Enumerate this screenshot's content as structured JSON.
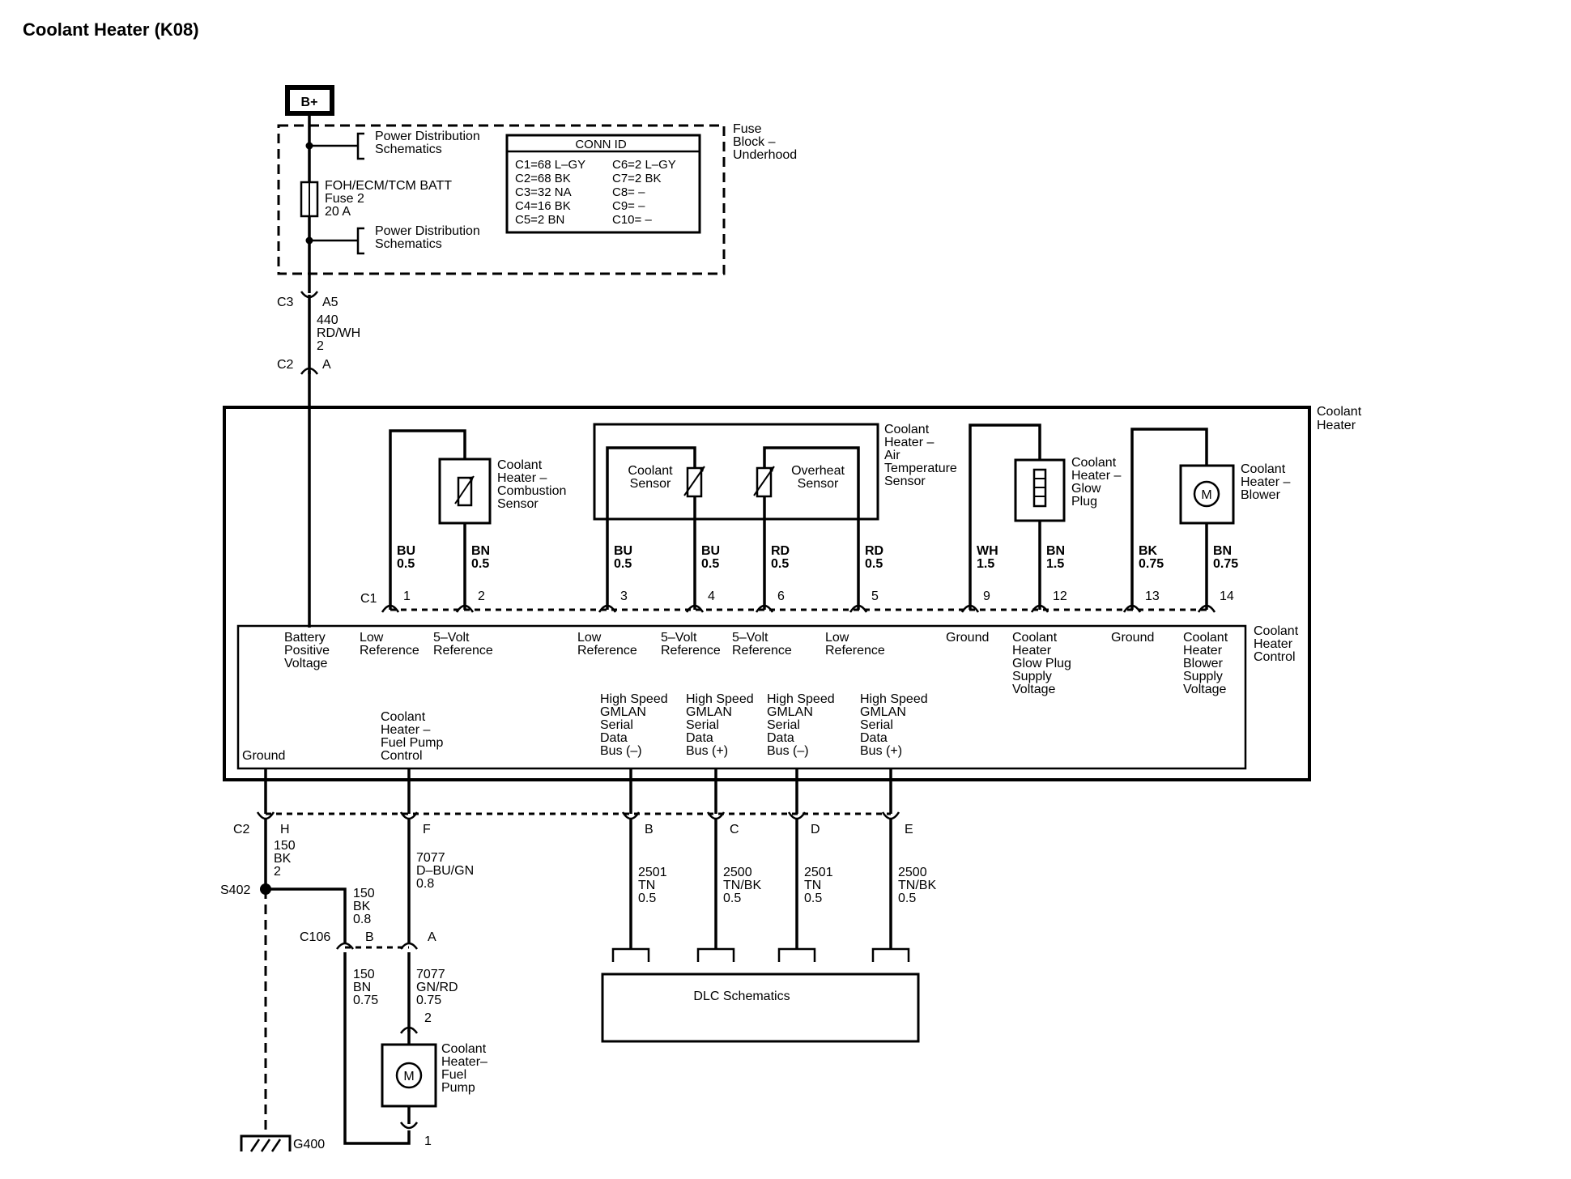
{
  "title": "Coolant Heater (K08)",
  "battery": "B+",
  "fuse_block": {
    "label": [
      "Fuse",
      "Block –",
      "Underhood"
    ],
    "power_dist_top": [
      "Power Distribution",
      "Schematics"
    ],
    "power_dist_bottom": [
      "Power Distribution",
      "Schematics"
    ],
    "fuse_name": [
      "FOH/ECM/TCM BATT",
      "Fuse 2",
      "20 A"
    ],
    "conn_id": {
      "header": "CONN ID",
      "left": [
        "C1=68 L–GY",
        "C2=68 BK",
        "C3=32 NA",
        "C4=16 BK",
        "C5=2 BN"
      ],
      "right": [
        "C6=2 L–GY",
        "C7=2 BK",
        "C8= –",
        "C9= –",
        "C10= –"
      ]
    }
  },
  "feed": {
    "c3": "C3",
    "c3_pin": "A5",
    "wire": [
      "440",
      "RD/WH",
      "2"
    ],
    "c2": "C2",
    "c2_pin": "A"
  },
  "heater": {
    "label": [
      "Coolant",
      "Heater"
    ],
    "control_label": [
      "Coolant",
      "Heater",
      "Control"
    ],
    "combustion_sensor": [
      "Coolant",
      "Heater –",
      "Combustion",
      "Sensor"
    ],
    "air_temp_sensor": [
      "Coolant",
      "Heater –",
      "Air",
      "Temperature",
      "Sensor"
    ],
    "coolant_sensor": [
      "Coolant",
      "Sensor"
    ],
    "overheat_sensor": [
      "Overheat",
      "Sensor"
    ],
    "glow_plug": [
      "Coolant",
      "Heater –",
      "Glow",
      "Plug"
    ],
    "blower": [
      "Coolant",
      "Heater –",
      "Blower"
    ],
    "motor_symbol": "M",
    "c1": "C1",
    "pins": [
      {
        "wire": [
          "BU",
          "0.5"
        ],
        "pin": "1",
        "func": [
          "Low",
          "Reference"
        ]
      },
      {
        "wire": [
          "BN",
          "0.5"
        ],
        "pin": "2",
        "func": [
          "5–Volt",
          "Reference"
        ]
      },
      {
        "wire": [
          "BU",
          "0.5"
        ],
        "pin": "3",
        "func": [
          "Low",
          "Reference"
        ]
      },
      {
        "wire": [
          "BU",
          "0.5"
        ],
        "pin": "4",
        "func": [
          "5–Volt",
          "Reference"
        ]
      },
      {
        "wire": [
          "RD",
          "0.5"
        ],
        "pin": "6",
        "func": [
          "5–Volt",
          "Reference"
        ]
      },
      {
        "wire": [
          "RD",
          "0.5"
        ],
        "pin": "5",
        "func": [
          "Low",
          "Reference"
        ]
      },
      {
        "wire": [
          "WH",
          "1.5"
        ],
        "pin": "9",
        "func": [
          "Ground"
        ]
      },
      {
        "wire": [
          "BN",
          "1.5"
        ],
        "pin": "12",
        "func": [
          "Coolant",
          "Heater",
          "Glow Plug",
          "Supply",
          "Voltage"
        ]
      },
      {
        "wire": [
          "BK",
          "0.75"
        ],
        "pin": "13",
        "func": [
          "Ground"
        ]
      },
      {
        "wire": [
          "BN",
          "0.75"
        ],
        "pin": "14",
        "func": [
          "Coolant",
          "Heater",
          "Blower",
          "Supply",
          "Voltage"
        ]
      }
    ],
    "battery_positive": [
      "Battery",
      "Positive",
      "Voltage"
    ],
    "ground": "Ground",
    "fuel_pump_control": [
      "Coolant",
      "Heater –",
      "Fuel Pump",
      "Control"
    ],
    "gmlan": [
      [
        "High Speed",
        "GMLAN",
        "Serial",
        "Data",
        "Bus (–)"
      ],
      [
        "High Speed",
        "GMLAN",
        "Serial",
        "Data",
        "Bus (+)"
      ],
      [
        "High Speed",
        "GMLAN",
        "Serial",
        "Data",
        "Bus (–)"
      ],
      [
        "High Speed",
        "GMLAN",
        "Serial",
        "Data",
        "Bus (+)"
      ]
    ]
  },
  "bottom": {
    "c2": "C2",
    "pins": [
      "H",
      "F",
      "B",
      "C",
      "D",
      "E"
    ],
    "ground_wire": [
      "150",
      "BK",
      "2"
    ],
    "fuel_pump_wire": [
      "7077",
      "D–BU/GN",
      "0.8"
    ],
    "data_wires": [
      [
        "2501",
        "TN",
        "0.5"
      ],
      [
        "2500",
        "TN/BK",
        "0.5"
      ],
      [
        "2501",
        "TN",
        "0.5"
      ],
      [
        "2500",
        "TN/BK",
        "0.5"
      ]
    ],
    "splice": "S402",
    "splice_wire": [
      "150",
      "BK",
      "0.8"
    ],
    "c106": "C106",
    "c106_pins": [
      "B",
      "A"
    ],
    "c106_ground_wire": [
      "150",
      "BN",
      "0.75"
    ],
    "c106_pump_wire": [
      "7077",
      "GN/RD",
      "0.75"
    ],
    "pump_pin_top": "2",
    "pump_pin_bottom": "1",
    "fuel_pump": [
      "Coolant",
      "Heater–",
      "Fuel",
      "Pump"
    ],
    "ground_id": "G400",
    "dlc": "DLC Schematics"
  }
}
